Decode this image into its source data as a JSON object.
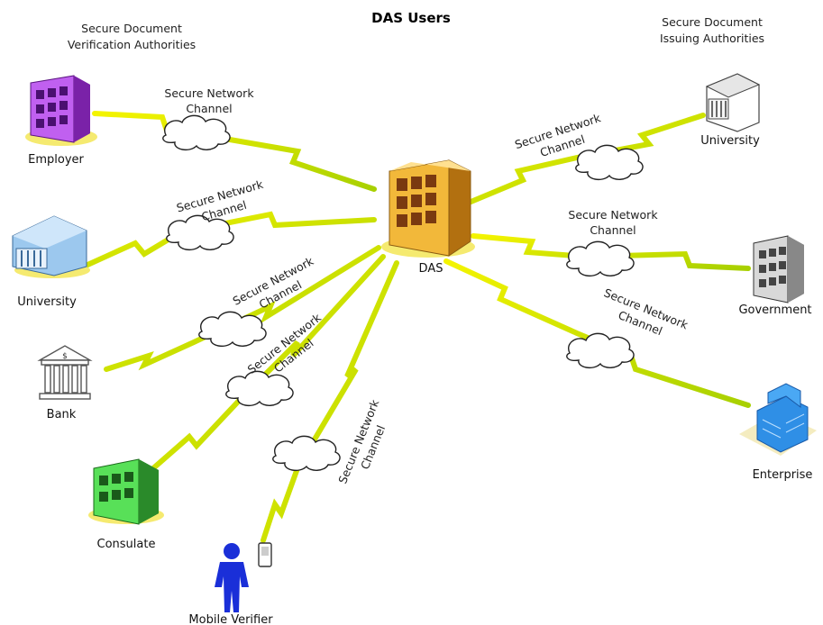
{
  "title": "DAS Users",
  "groups": {
    "left": [
      "Secure Document",
      "Verification Authorities"
    ],
    "right": [
      "Secure Document",
      "Issuing Authorities"
    ]
  },
  "hub": {
    "label": "DAS"
  },
  "channel": {
    "line1": "Secure Network",
    "line2": "Channel"
  },
  "nodes": {
    "employer": "Employer",
    "university_left": "University",
    "bank": "Bank",
    "consulate": "Consulate",
    "mobile_verifier": "Mobile Verifier",
    "university_right": "University",
    "government": "Government",
    "enterprise": "Enterprise"
  },
  "colors": {
    "bolt": "#e8e800",
    "bolt_edge": "#9ab000",
    "employer": "#b040e0",
    "university_left": "#80b0e0",
    "consulate": "#40d040",
    "das": "#f0b030",
    "enterprise": "#2f8fe6",
    "mobile_verifier": "#1a2fd8"
  }
}
